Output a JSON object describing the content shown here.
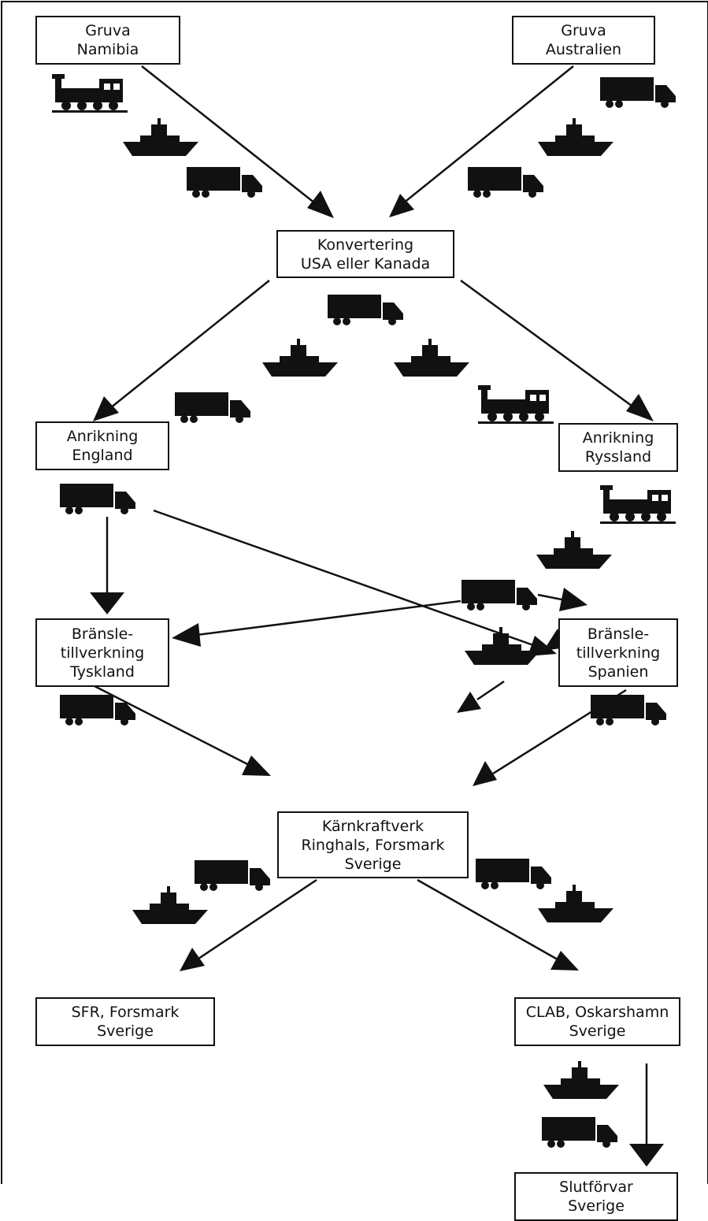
{
  "nodes": {
    "mine_namibia": [
      "Gruva",
      "Namibia"
    ],
    "mine_australia": [
      "Gruva",
      "Australien"
    ],
    "conversion": [
      "Konvertering",
      "USA eller Kanada"
    ],
    "enrich_england": [
      "Anrikning",
      "England"
    ],
    "enrich_russia": [
      "Anrikning",
      "Ryssland"
    ],
    "fuel_germany": [
      "Bränsle-",
      "tillverkning",
      "Tyskland"
    ],
    "fuel_spain": [
      "Bränsle-",
      "tillverkning",
      "Spanien"
    ],
    "npp_sweden": [
      "Kärnkraftverk",
      "Ringhals, Forsmark",
      "Sverige"
    ],
    "sfr": [
      "SFR, Forsmark",
      "Sverige"
    ],
    "clab": [
      "CLAB, Oskarshamn",
      "Sverige"
    ],
    "final_repository": [
      "Slutförvar",
      "Sverige"
    ]
  },
  "edges": [
    [
      "mine_namibia",
      "conversion"
    ],
    [
      "mine_australia",
      "conversion"
    ],
    [
      "conversion",
      "enrich_england"
    ],
    [
      "conversion",
      "enrich_russia"
    ],
    [
      "enrich_england",
      "fuel_germany"
    ],
    [
      "enrich_england",
      "fuel_spain"
    ],
    [
      "enrich_russia",
      "fuel_germany"
    ],
    [
      "enrich_russia",
      "fuel_spain"
    ],
    [
      "fuel_germany",
      "npp_sweden"
    ],
    [
      "fuel_spain",
      "npp_sweden"
    ],
    [
      "npp_sweden",
      "sfr"
    ],
    [
      "npp_sweden",
      "clab"
    ],
    [
      "clab",
      "final_repository"
    ]
  ],
  "transport_icons": {
    "train": "train-icon",
    "ship": "ship-icon",
    "truck": "truck-icon"
  },
  "colors": {
    "ink": "#111111",
    "background": "#ffffff"
  }
}
